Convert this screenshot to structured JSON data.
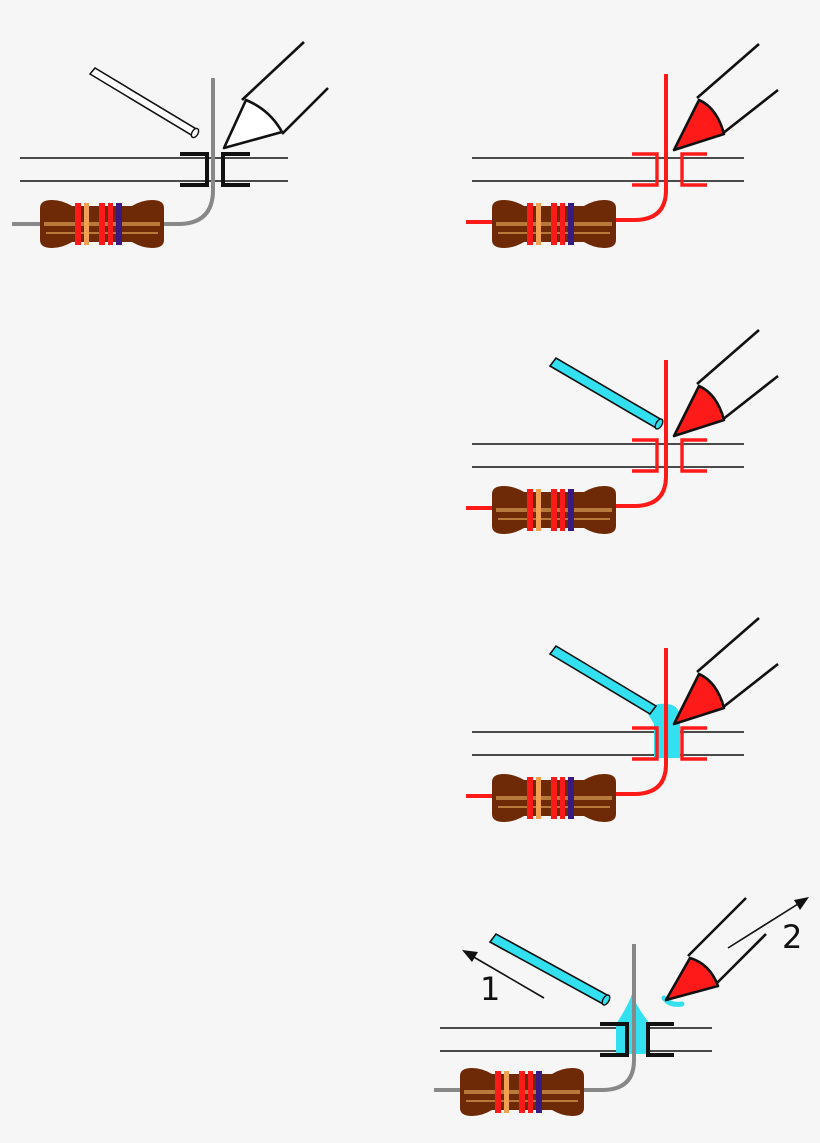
{
  "colors": {
    "background": "#f6f6f6",
    "cold_metal": "#888888",
    "hot_metal": "#ff1a1a",
    "solder": "#33e0f0",
    "resistor_body": "#6e2a06",
    "resistor_lead_stripe": "#b87a3a",
    "band_red": "#ff1a1a",
    "band_orange": "#f0a050",
    "band_violet": "#3a1a80",
    "pad": "#111111",
    "outline": "#111111"
  },
  "steps": [
    {
      "id": "step-1-cold",
      "metal": "cold",
      "solder_wire": "cold",
      "solder_flow": "none",
      "iron": "cold"
    },
    {
      "id": "step-2-heat",
      "metal": "hot",
      "solder_wire": "none",
      "solder_flow": "none",
      "iron": "hot"
    },
    {
      "id": "step-3-apply-solder",
      "metal": "hot",
      "solder_wire": "touching",
      "solder_flow": "none",
      "iron": "hot"
    },
    {
      "id": "step-4-solder-melts",
      "metal": "hot",
      "solder_wire": "melting",
      "solder_flow": "partial",
      "iron": "hot"
    },
    {
      "id": "step-5-remove",
      "metal": "cold",
      "solder_wire": "removed",
      "solder_flow": "full",
      "iron": "removed"
    }
  ],
  "annotations": {
    "arrow_1_label": "1",
    "arrow_2_label": "2"
  }
}
